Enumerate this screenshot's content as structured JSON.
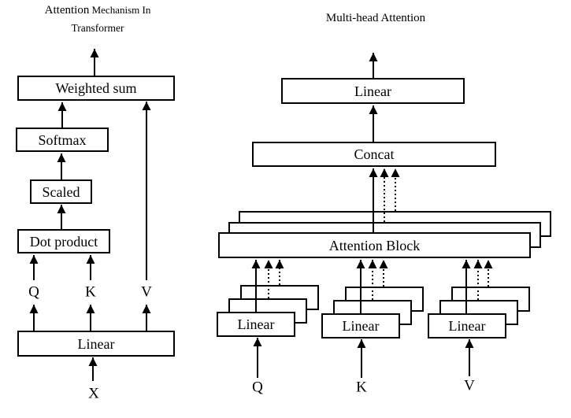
{
  "left": {
    "title_line1_a": "Attention",
    "title_line1_b": " Mechanism In",
    "title_line2": "Transformer",
    "weighted_sum_label": "Weighted sum",
    "softmax_label": "Softmax",
    "scaled_label": "Scaled",
    "dot_product_label": "Dot product",
    "linear_label": "Linear",
    "q_label": "Q",
    "k_label": "K",
    "v_label": "V",
    "x_label": "X"
  },
  "right": {
    "title": "Multi-head Attention",
    "linear_top_label": "Linear",
    "concat_label": "Concat",
    "attention_block_label": "Attention Block",
    "linear_q_label": "Linear",
    "linear_k_label": "Linear",
    "linear_v_label": "Linear",
    "q_label": "Q",
    "k_label": "K",
    "v_label": "V"
  },
  "colors": {
    "ink": "#000000",
    "background": "#ffffff"
  }
}
